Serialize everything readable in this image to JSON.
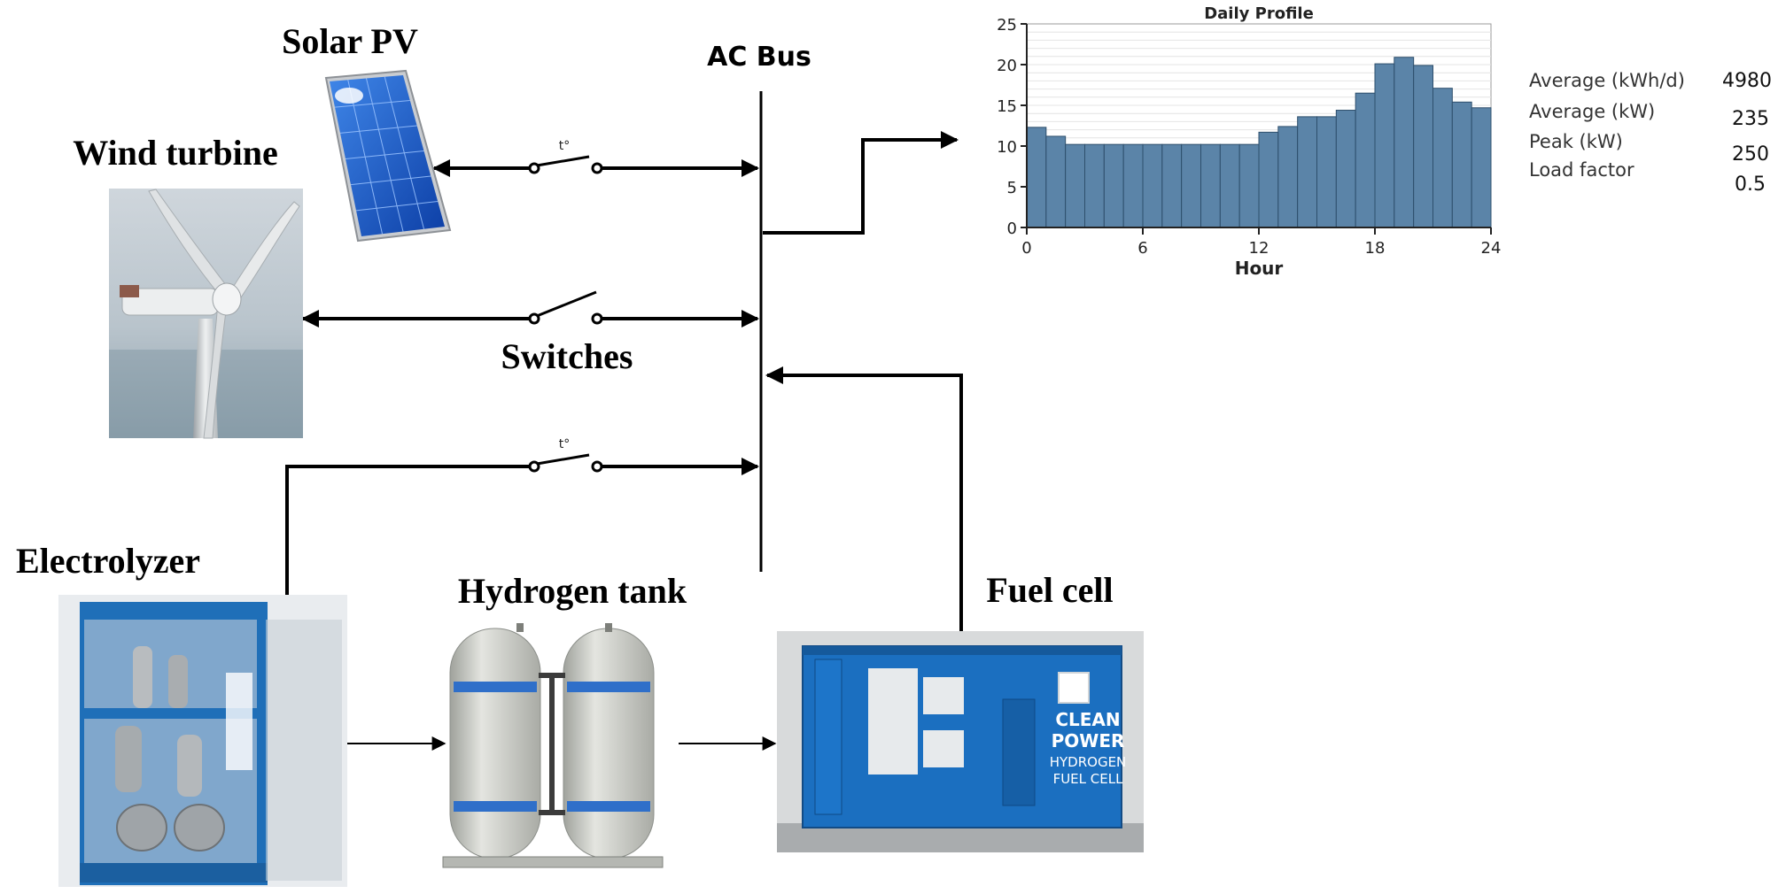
{
  "labels": {
    "solar_pv": "Solar PV",
    "wind_turbine": "Wind turbine",
    "ac_bus": "AC Bus",
    "switches": "Switches",
    "electrolyzer": "Electrolyzer",
    "hydrogen_tank": "Hydrogen tank",
    "fuel_cell": "Fuel cell",
    "switch_mark": "t°"
  },
  "fuel_cell_sign": {
    "line1": "CLEAN",
    "line2": "POWER",
    "line3": "HYDROGEN",
    "line4": "FUEL CELL"
  },
  "stats": {
    "rows": [
      {
        "label": "Average (kWh/d)",
        "value": "4980"
      },
      {
        "label": "Average (kW)",
        "value": "235"
      },
      {
        "label": "Peak (kW)",
        "value": "250"
      },
      {
        "label": "Load factor",
        "value": "0.5"
      }
    ]
  },
  "colors": {
    "bar_fill": "#5b84a8",
    "bar_stroke": "#2e4f6c",
    "solar_blue": "#1f56c6",
    "container_blue": "#1b6fc0",
    "tank_gray": "#cfd1cb"
  },
  "chart_data": {
    "type": "bar",
    "title": "Daily Profile",
    "xlabel": "Hour",
    "ylabel": "",
    "xlim": [
      0,
      24
    ],
    "ylim": [
      0,
      25
    ],
    "x_ticks": [
      0,
      6,
      12,
      18,
      24
    ],
    "y_ticks": [
      0,
      5,
      10,
      15,
      20,
      25
    ],
    "grid": true,
    "categories": [
      "0",
      "1",
      "2",
      "3",
      "4",
      "5",
      "6",
      "7",
      "8",
      "9",
      "10",
      "11",
      "12",
      "13",
      "14",
      "15",
      "16",
      "17",
      "18",
      "19",
      "20",
      "21",
      "22",
      "23"
    ],
    "values": [
      12.3,
      11.2,
      10.2,
      10.2,
      10.2,
      10.2,
      10.2,
      10.2,
      10.2,
      10.2,
      10.2,
      10.2,
      11.7,
      12.4,
      13.6,
      13.6,
      14.4,
      16.5,
      20.1,
      20.9,
      19.9,
      17.1,
      15.4,
      14.7
    ]
  }
}
